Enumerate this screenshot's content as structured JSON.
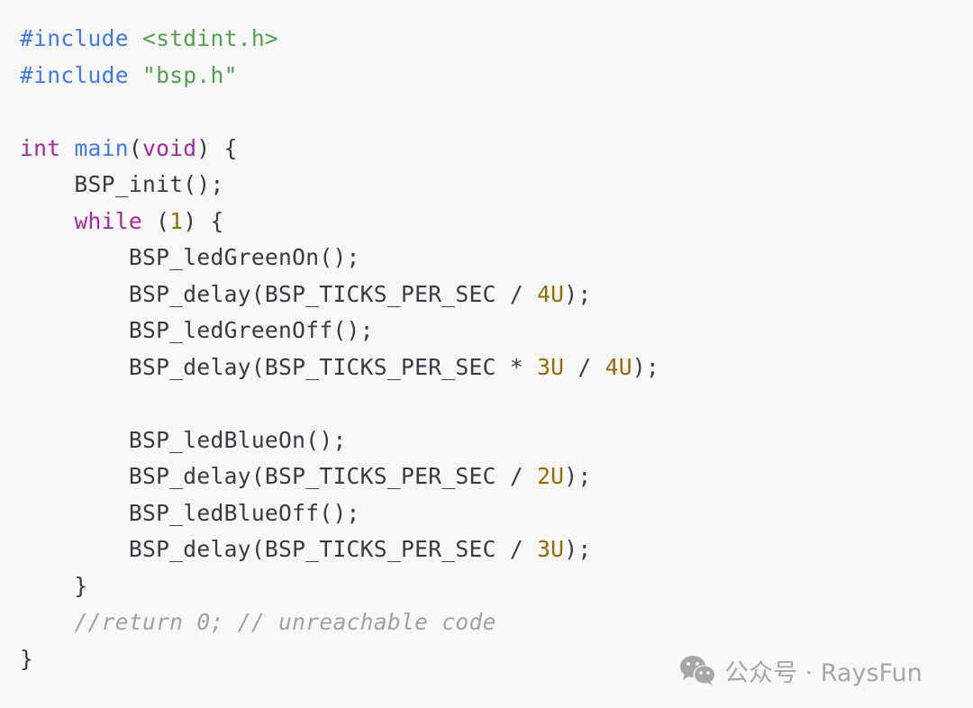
{
  "code": {
    "language": "c",
    "lines": [
      [
        {
          "t": "#include ",
          "c": "pre"
        },
        {
          "t": "<stdint.h>",
          "c": "str"
        }
      ],
      [
        {
          "t": "#include ",
          "c": "pre"
        },
        {
          "t": "\"bsp.h\"",
          "c": "str"
        }
      ],
      [],
      [
        {
          "t": "int",
          "c": "kw"
        },
        {
          "t": " ",
          "c": "plain"
        },
        {
          "t": "main",
          "c": "fn"
        },
        {
          "t": "(",
          "c": "plain"
        },
        {
          "t": "void",
          "c": "kw"
        },
        {
          "t": ") {",
          "c": "plain"
        }
      ],
      [
        {
          "t": "    BSP_init();",
          "c": "plain"
        }
      ],
      [
        {
          "t": "    ",
          "c": "plain"
        },
        {
          "t": "while",
          "c": "kw"
        },
        {
          "t": " (",
          "c": "plain"
        },
        {
          "t": "1",
          "c": "num"
        },
        {
          "t": ") {",
          "c": "plain"
        }
      ],
      [
        {
          "t": "        BSP_ledGreenOn();",
          "c": "plain"
        }
      ],
      [
        {
          "t": "        BSP_delay(BSP_TICKS_PER_SEC / ",
          "c": "plain"
        },
        {
          "t": "4U",
          "c": "num"
        },
        {
          "t": ");",
          "c": "plain"
        }
      ],
      [
        {
          "t": "        BSP_ledGreenOff();",
          "c": "plain"
        }
      ],
      [
        {
          "t": "        BSP_delay(BSP_TICKS_PER_SEC * ",
          "c": "plain"
        },
        {
          "t": "3U",
          "c": "num"
        },
        {
          "t": " / ",
          "c": "plain"
        },
        {
          "t": "4U",
          "c": "num"
        },
        {
          "t": ");",
          "c": "plain"
        }
      ],
      [],
      [
        {
          "t": "        BSP_ledBlueOn();",
          "c": "plain"
        }
      ],
      [
        {
          "t": "        BSP_delay(BSP_TICKS_PER_SEC / ",
          "c": "plain"
        },
        {
          "t": "2U",
          "c": "num"
        },
        {
          "t": ");",
          "c": "plain"
        }
      ],
      [
        {
          "t": "        BSP_ledBlueOff();",
          "c": "plain"
        }
      ],
      [
        {
          "t": "        BSP_delay(BSP_TICKS_PER_SEC / ",
          "c": "plain"
        },
        {
          "t": "3U",
          "c": "num"
        },
        {
          "t": ");",
          "c": "plain"
        }
      ],
      [
        {
          "t": "    }",
          "c": "plain"
        }
      ],
      [
        {
          "t": "    ",
          "c": "plain"
        },
        {
          "t": "//return 0; // unreachable code",
          "c": "com"
        }
      ],
      [
        {
          "t": "}",
          "c": "plain"
        }
      ]
    ]
  },
  "watermark": {
    "icon": "wechat-icon",
    "text": "公众号 · RaysFun"
  },
  "colors": {
    "background": "#f8f8f8",
    "preprocessor": "#4078f2",
    "string": "#50a14f",
    "keyword": "#a626a4",
    "function": "#4078f2",
    "number": "#986801",
    "comment": "#a0a1a7",
    "text": "#383a42",
    "watermark": "#a6a6a6"
  }
}
